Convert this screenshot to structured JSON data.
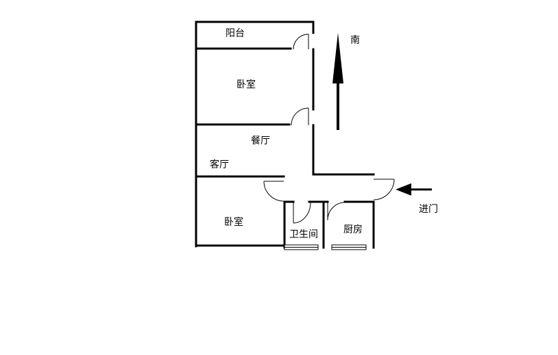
{
  "rooms": {
    "balcony": "阳台",
    "bedroom_north": "卧室",
    "dining": "餐厅",
    "living": "客厅",
    "bedroom_south": "卧室",
    "bathroom": "卫生间",
    "kitchen": "厨房"
  },
  "compass_label": "南",
  "entrance_label": "进门"
}
